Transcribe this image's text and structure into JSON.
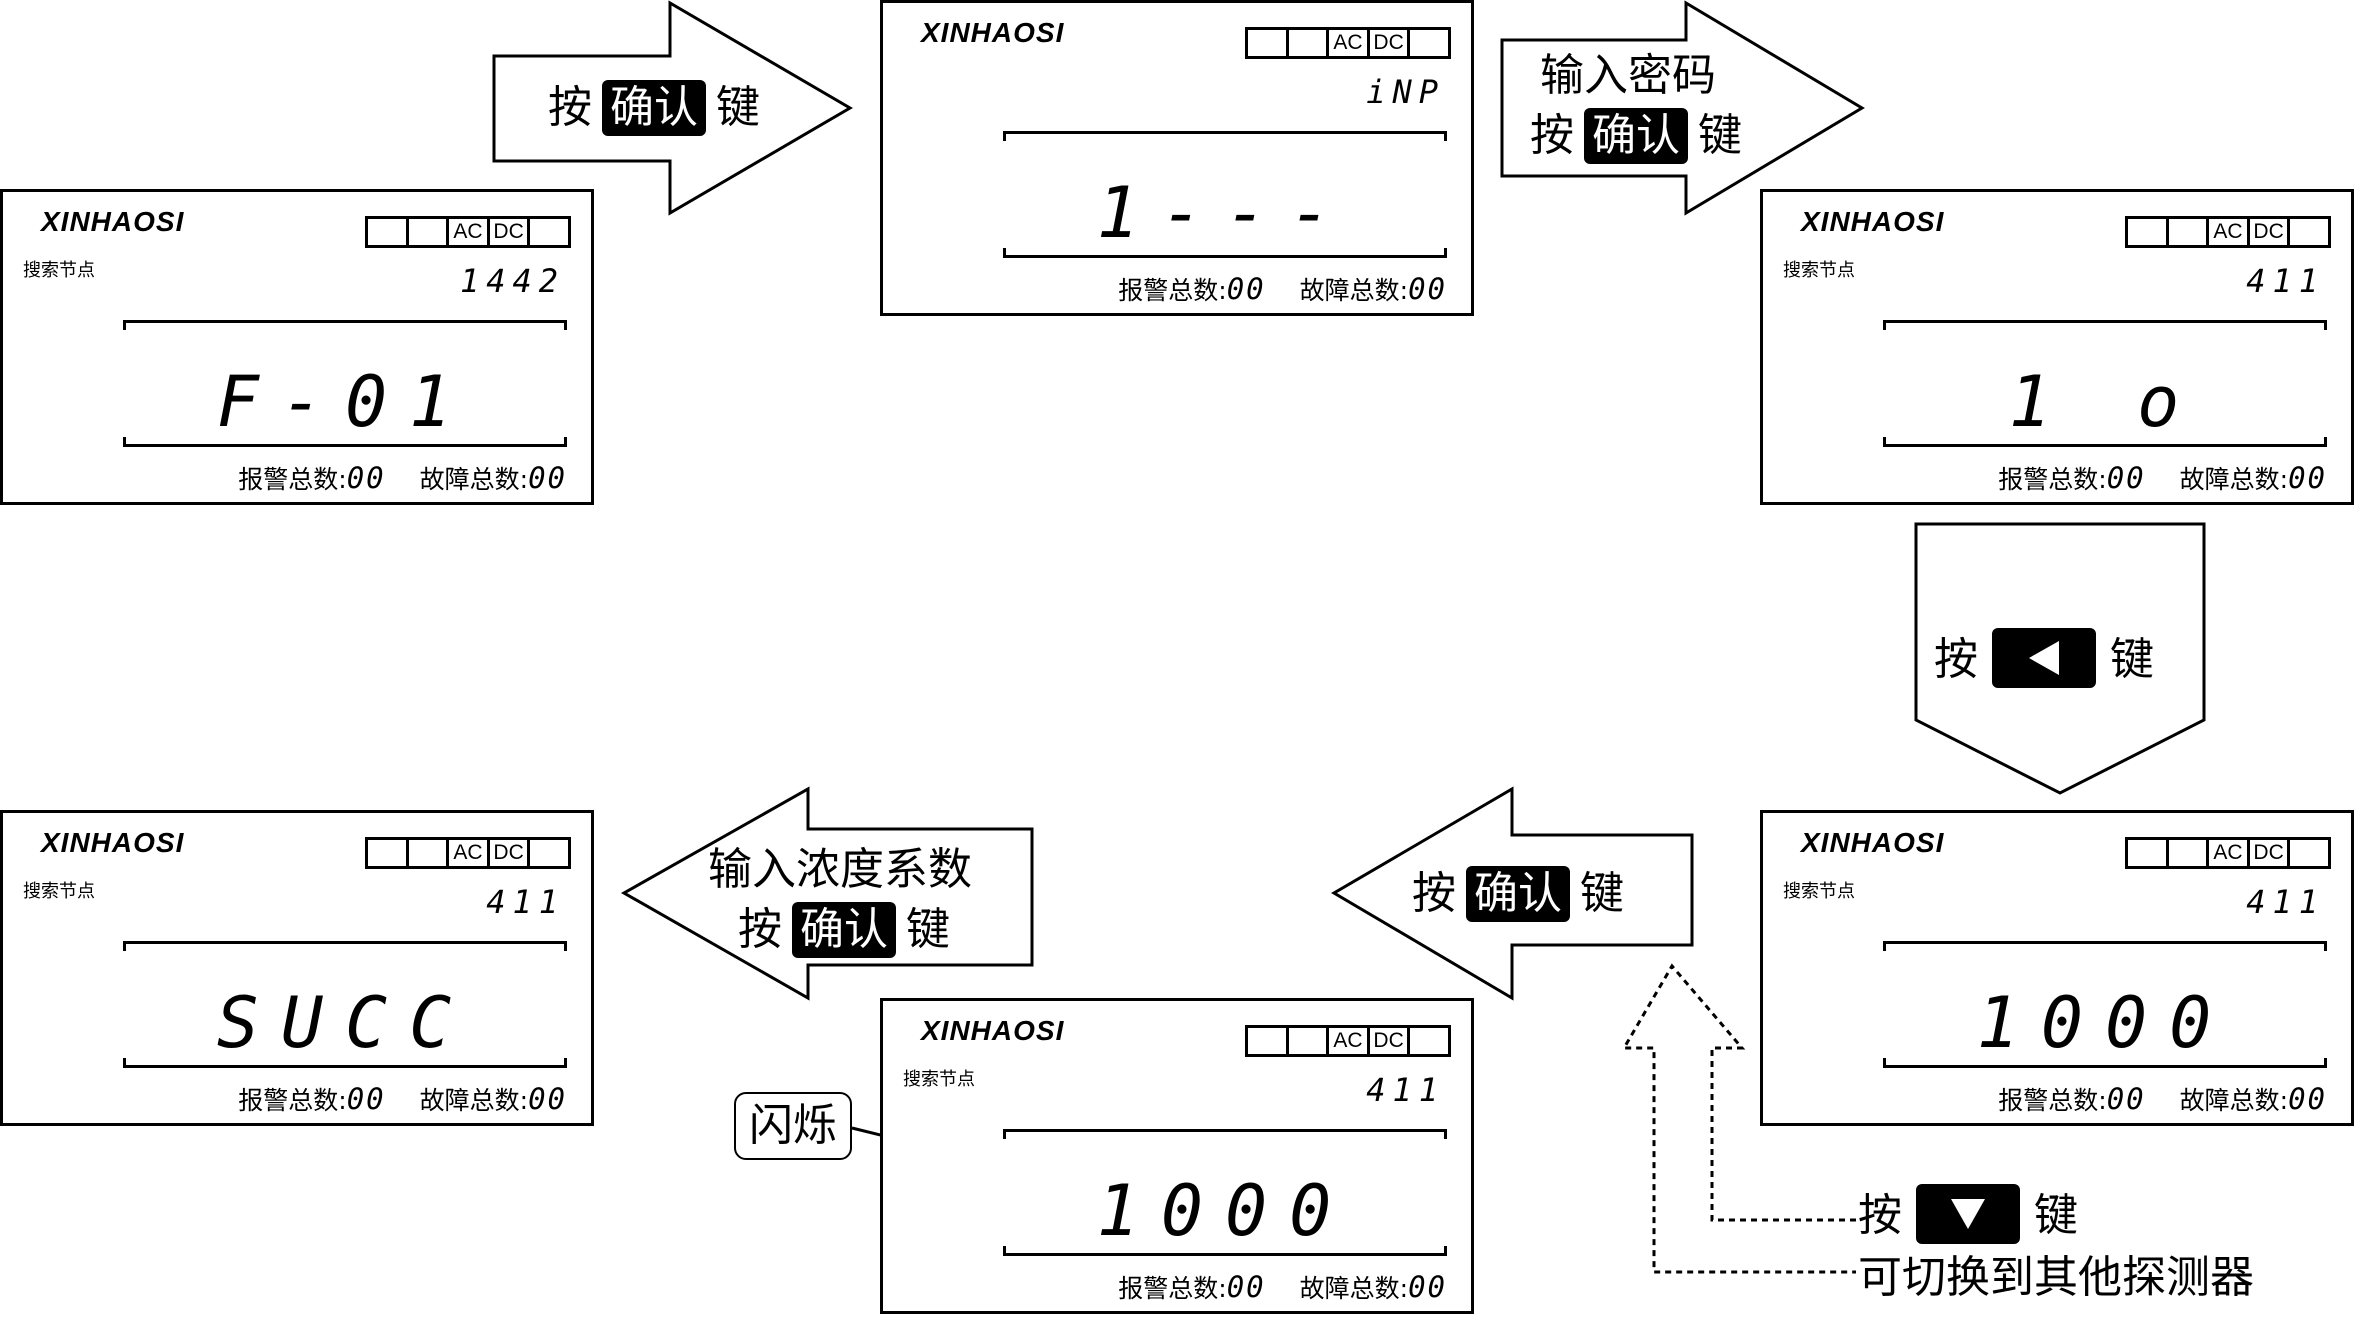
{
  "panels": [
    {
      "brand": "XINHAOSI",
      "modes": [
        "",
        "",
        "AC",
        "DC",
        ""
      ],
      "sublabel": "搜索节点",
      "code": "1442",
      "main": "F-01",
      "alarm_label": "报警总数:",
      "alarm_value": "00",
      "fault_label": "故障总数:",
      "fault_value": "00"
    },
    {
      "brand": "XINHAOSI",
      "modes": [
        "",
        "",
        "AC",
        "DC",
        ""
      ],
      "sublabel": "",
      "code": "iNP",
      "main": "1---",
      "alarm_label": "报警总数:",
      "alarm_value": "00",
      "fault_label": "故障总数:",
      "fault_value": "00"
    },
    {
      "brand": "XINHAOSI",
      "modes": [
        "",
        "",
        "AC",
        "DC",
        ""
      ],
      "sublabel": "搜索节点",
      "code": "411",
      "main": "1 o",
      "alarm_label": "报警总数:",
      "alarm_value": "00",
      "fault_label": "故障总数:",
      "fault_value": "00"
    },
    {
      "brand": "XINHAOSI",
      "modes": [
        "",
        "",
        "AC",
        "DC",
        ""
      ],
      "sublabel": "搜索节点",
      "code": "411",
      "main": "1000",
      "alarm_label": "报警总数:",
      "alarm_value": "00",
      "fault_label": "故障总数:",
      "fault_value": "00"
    },
    {
      "brand": "XINHAOSI",
      "modes": [
        "",
        "",
        "AC",
        "DC",
        ""
      ],
      "sublabel": "搜索节点",
      "code": "411",
      "main": "1000",
      "alarm_label": "报警总数:",
      "alarm_value": "00",
      "fault_label": "故障总数:",
      "fault_value": "00"
    },
    {
      "brand": "XINHAOSI",
      "modes": [
        "",
        "",
        "AC",
        "DC",
        ""
      ],
      "sublabel": "搜索节点",
      "code": "411",
      "main": "SUCC",
      "alarm_label": "报警总数:",
      "alarm_value": "00",
      "fault_label": "故障总数:",
      "fault_value": "00"
    }
  ],
  "steps": {
    "confirm_1": {
      "press": "按",
      "key": "确认",
      "suffix": "键"
    },
    "password": {
      "line1": "输入密码",
      "press": "按",
      "key": "确认",
      "suffix": "键"
    },
    "left_key": {
      "press": "按",
      "key_icon": "left-triangle-icon",
      "suffix": "键"
    },
    "confirm_2": {
      "press": "按",
      "key": "确认",
      "suffix": "键"
    },
    "coefficient": {
      "line1": "输入浓度系数",
      "press": "按",
      "key": "确认",
      "suffix": "键"
    },
    "down_key": {
      "press": "按",
      "key_icon": "down-triangle-icon",
      "suffix": "键",
      "line2": "可切换到其他探测器"
    }
  },
  "flash_label": "闪烁"
}
